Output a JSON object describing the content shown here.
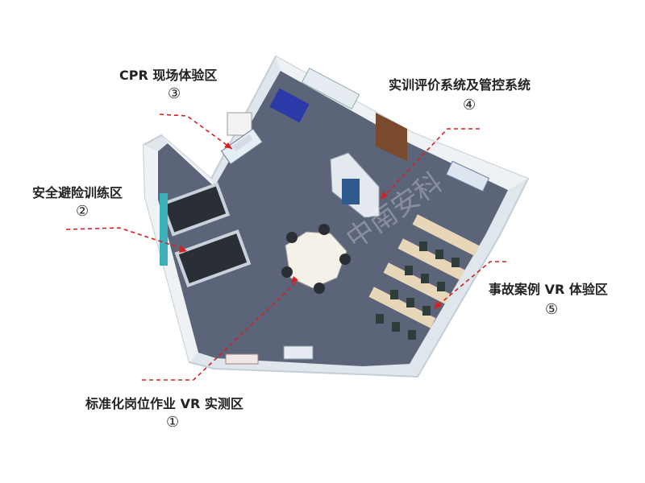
{
  "zones": [
    {
      "id": "cpr",
      "title": "CPR 现场体验区",
      "number": "③"
    },
    {
      "id": "safety",
      "title": "安全避险训练区",
      "number": "②"
    },
    {
      "id": "control",
      "title": "实训评价系统及管控系统",
      "number": "④"
    },
    {
      "id": "vr_accident",
      "title": "事故案例 VR 体验区",
      "number": "⑤"
    },
    {
      "id": "vr_standard",
      "title": "标准化岗位作业 VR 实测区",
      "number": "①"
    }
  ],
  "watermark": "中南安科",
  "colors": {
    "floor": "#5b6478",
    "wall": "#e8edf2",
    "leader": "#d42020",
    "desk": "#e8d6b8",
    "chair": "#2e3d3a"
  }
}
